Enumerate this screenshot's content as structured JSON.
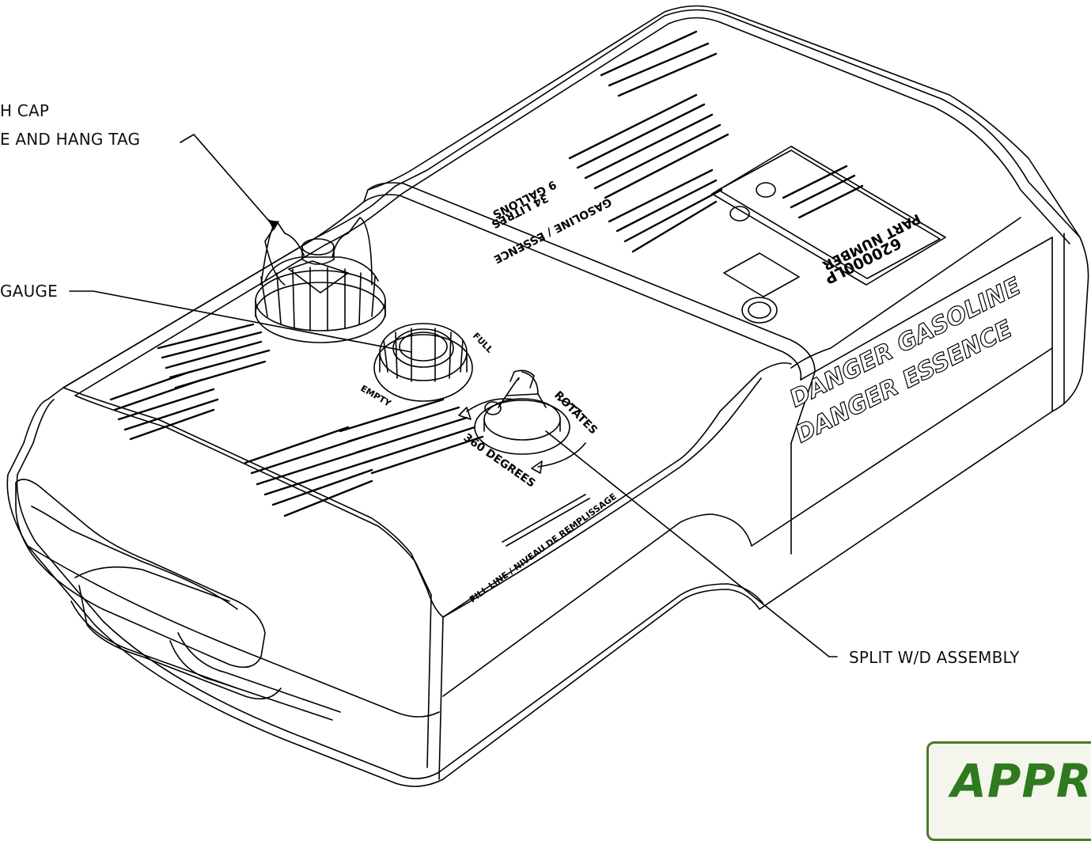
{
  "callouts": {
    "cap_line1": "H CAP",
    "cap_line2": "E AND HANG TAG",
    "gauge": "GAUGE",
    "split": "SPLIT W/D ASSEMBLY"
  },
  "tank_labels": {
    "danger_line1": "DANGER GASOLINE",
    "danger_line2": "DANGER ESSENCE",
    "gasoline": "GASOLINE / ESSENCE",
    "gallons": "9 GALLONS",
    "liters": "34 LITRES",
    "part_number_label": "PART NUMBER",
    "part_number": "620000LP",
    "fill_line": "FILL LINE / NIVEAU DE REMPLISSAGE",
    "rotates": "ROTATES",
    "degrees": "360 DEGREES",
    "full": "FULL",
    "empty": "EMPTY"
  },
  "stamp": {
    "text": "APPR"
  },
  "colors": {
    "line": "#000000",
    "stamp_green": "#2f7a1f"
  }
}
